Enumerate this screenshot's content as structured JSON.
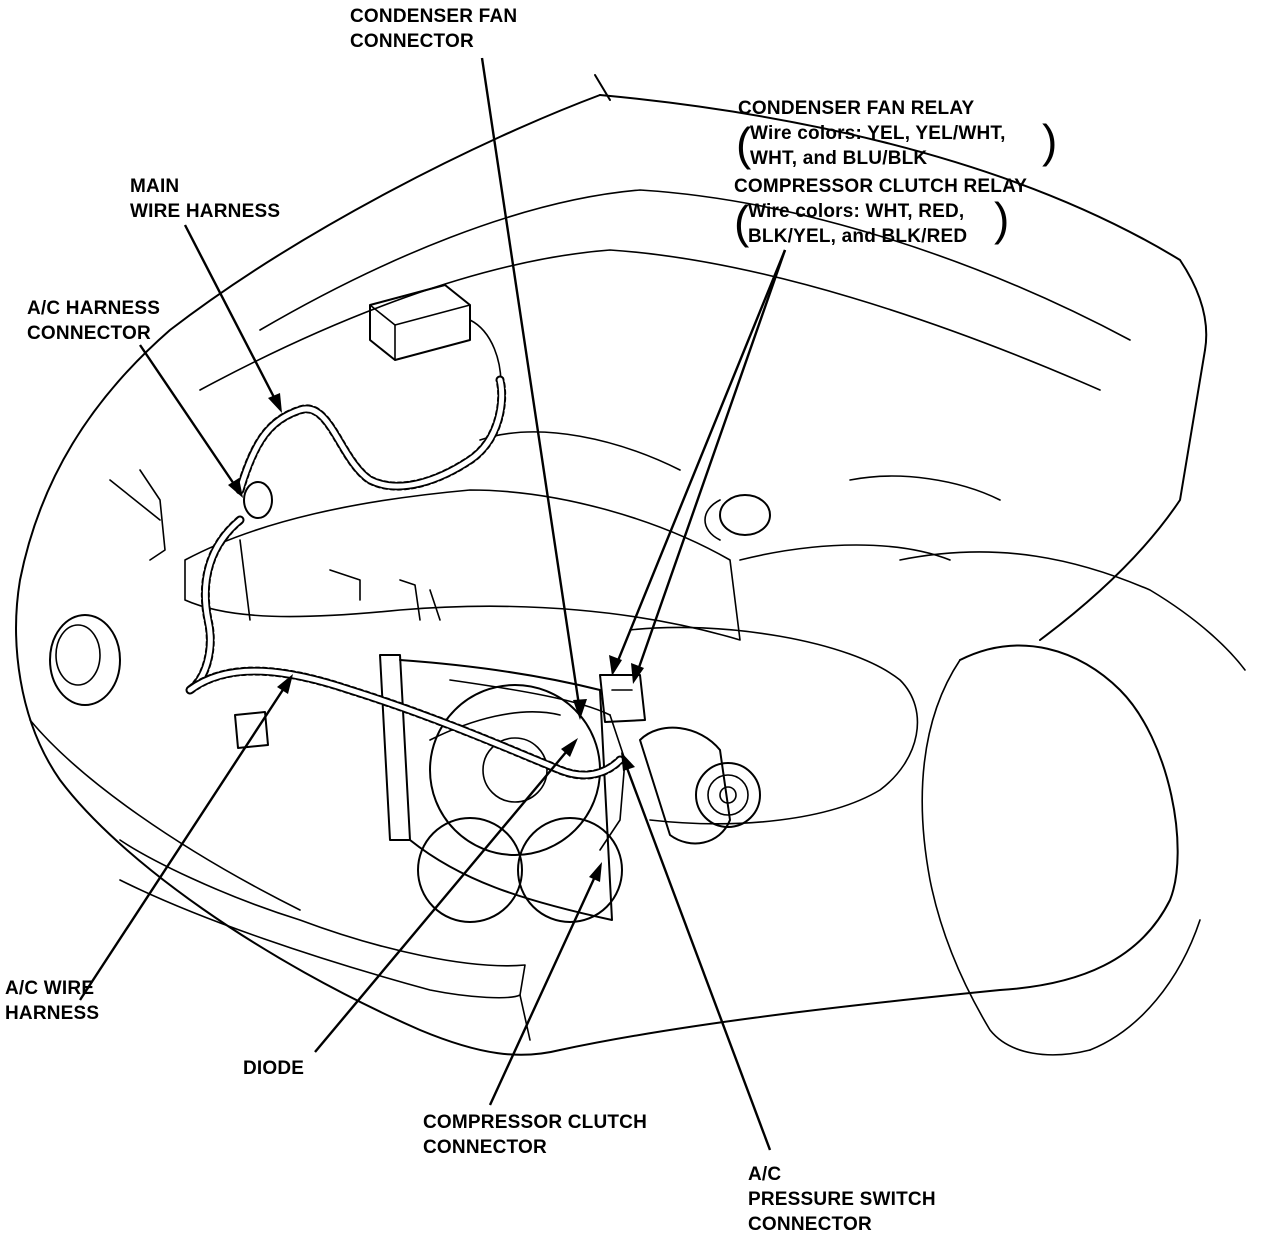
{
  "labels": {
    "condenser_fan_connector": [
      "CONDENSER FAN",
      "CONNECTOR"
    ],
    "condenser_fan_relay_title": "CONDENSER FAN RELAY",
    "condenser_fan_relay_wires": [
      "Wire colors: YEL, YEL/WHT,",
      "WHT, and BLU/BLK"
    ],
    "compressor_clutch_relay_title": "COMPRESSOR CLUTCH RELAY",
    "compressor_clutch_relay_wires": [
      "Wire colors: WHT, RED,",
      "BLK/YEL, and BLK/RED"
    ],
    "main_wire_harness": [
      "MAIN",
      "WIRE HARNESS"
    ],
    "ac_harness_connector": [
      "A/C HARNESS",
      "CONNECTOR"
    ],
    "ac_wire_harness": [
      "A/C WIRE",
      "HARNESS"
    ],
    "diode": "DIODE",
    "compressor_clutch_connector": [
      "COMPRESSOR CLUTCH",
      "CONNECTOR"
    ],
    "ac_pressure_switch_connector": [
      "A/C",
      "PRESSURE SWITCH",
      "CONNECTOR"
    ]
  },
  "colors": {
    "line": "#000000",
    "background": "#ffffff"
  }
}
